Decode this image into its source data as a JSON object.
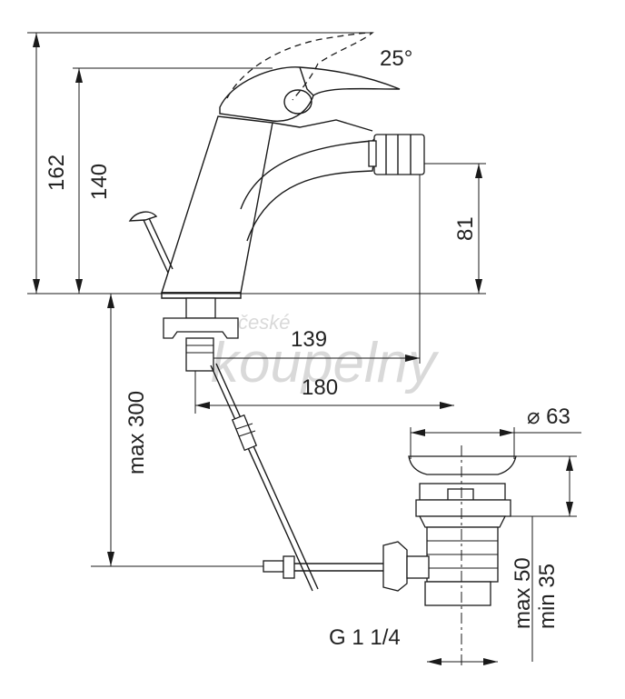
{
  "dimensions": {
    "total_height": "162",
    "body_height": "140",
    "spout_height": "81",
    "spout_reach": "139",
    "lever_reach": "180",
    "max_hose_length": "max 300",
    "angle": "25°",
    "drain_diameter": "⌀ 63",
    "drain_thread": "G 1 1/4",
    "drain_max": "max 50",
    "drain_min": "min 35"
  },
  "watermark": {
    "top": "české",
    "bottom": "koupelny"
  },
  "colors": {
    "line": "#1a1a1a",
    "watermark": "#d9d9d9"
  }
}
